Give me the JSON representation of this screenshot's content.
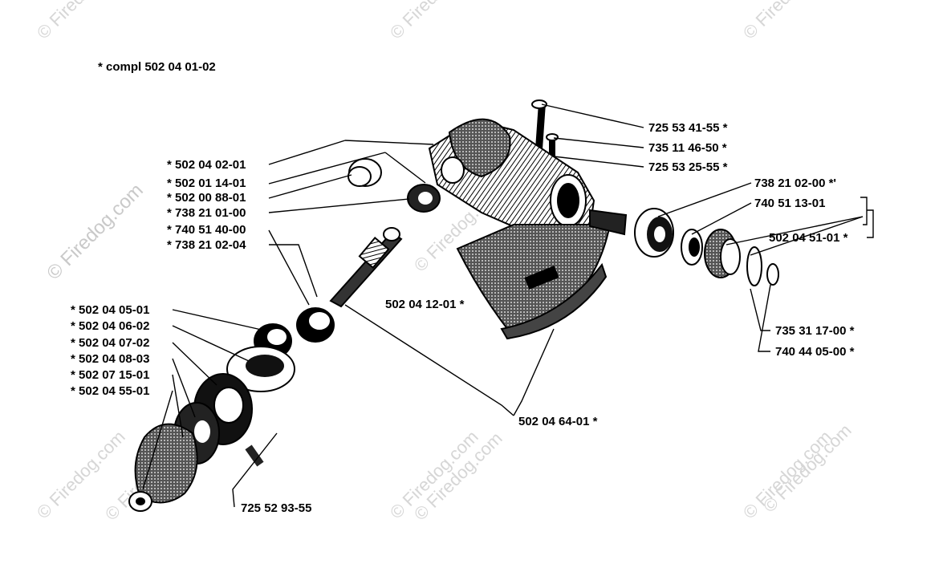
{
  "header_note": "*  compl 502 04 01-02",
  "watermarks": {
    "corner": "© Firedog.com",
    "side": "© Firedog.com"
  },
  "labels": [
    {
      "id": "p1",
      "text": "725 53 41-55  *"
    },
    {
      "id": "p2",
      "text": "735 11 46-50  *"
    },
    {
      "id": "p3",
      "text": "725 53 25-55  *"
    },
    {
      "id": "p4",
      "text": "738 21 02-00  *'"
    },
    {
      "id": "p5",
      "text": "740 51 13-01"
    },
    {
      "id": "p6",
      "text": "502 04 51-01  *"
    },
    {
      "id": "p7",
      "text": "*  502 04 02-01"
    },
    {
      "id": "p8",
      "text": "*  502 01 14-01"
    },
    {
      "id": "p9",
      "text": "*  502 00 88-01"
    },
    {
      "id": "p10",
      "text": "*  738 21 01-00"
    },
    {
      "id": "p11",
      "text": "*  740 51 40-00"
    },
    {
      "id": "p12",
      "text": "*  738 21 02-04"
    },
    {
      "id": "p13",
      "text": "502 04 12-01  *"
    },
    {
      "id": "p14",
      "text": "735 31 17-00  *"
    },
    {
      "id": "p15",
      "text": "740 44 05-00  *"
    },
    {
      "id": "p16",
      "text": "*  502 04 05-01"
    },
    {
      "id": "p17",
      "text": "*  502 04 06-02"
    },
    {
      "id": "p18",
      "text": "*  502 04 07-02"
    },
    {
      "id": "p19",
      "text": "*  502 04 08-03"
    },
    {
      "id": "p20",
      "text": "*  502 07 15-01"
    },
    {
      "id": "p21",
      "text": "*  502 04 55-01"
    },
    {
      "id": "p22",
      "text": "502 04 64-01  *"
    },
    {
      "id": "p23",
      "text": "725 52 93-55"
    }
  ]
}
